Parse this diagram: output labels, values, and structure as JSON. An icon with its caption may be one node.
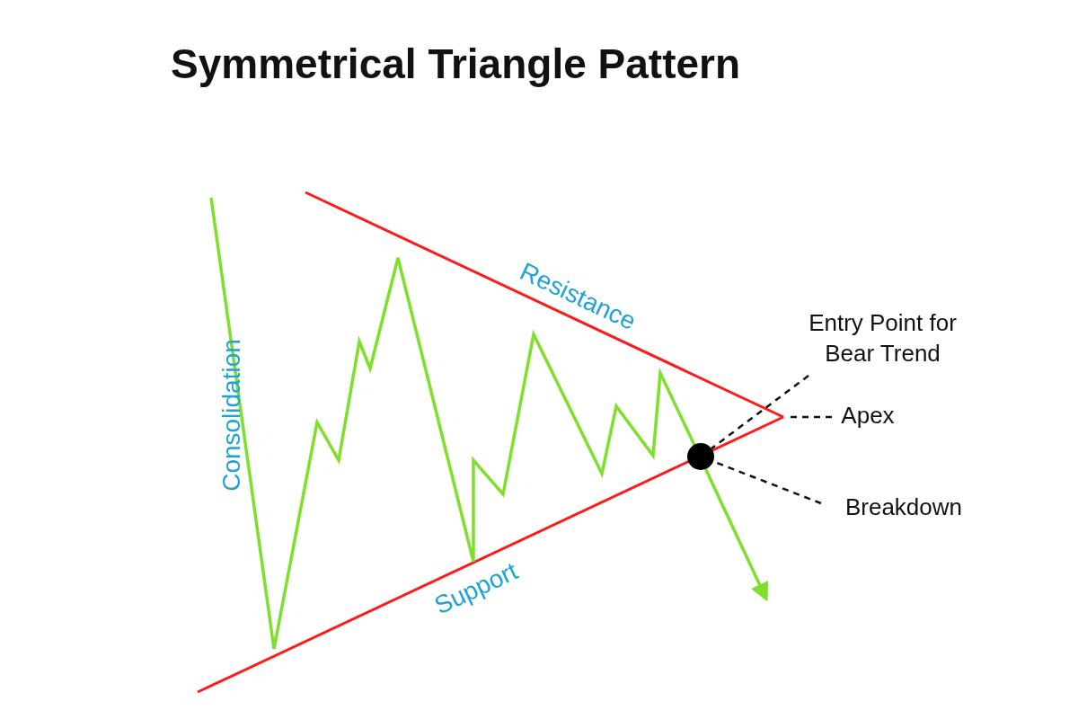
{
  "diagram": {
    "title": "Symmetrical Triangle Pattern",
    "nodes": [
      {
        "text": [
          "Entry Point for Bear Trend"
        ]
      },
      {
        "text": [],
        "shape": "circle"
      },
      {
        "text": [
          "Apex"
        ]
      },
      {
        "text": [
          "Breakdown"
        ]
      }
    ],
    "edges": [
      {
        "from": 0,
        "to": 1,
        "arrow": "none",
        "style": "dashed"
      },
      {
        "from": 2,
        "to": null,
        "arrow": "none",
        "style": "dashed"
      },
      {
        "from": 3,
        "to": 1,
        "arrow": "none",
        "style": "dashed"
      }
    ],
    "labels": [
      "Consolidation",
      "Resistance",
      "Support"
    ]
  }
}
